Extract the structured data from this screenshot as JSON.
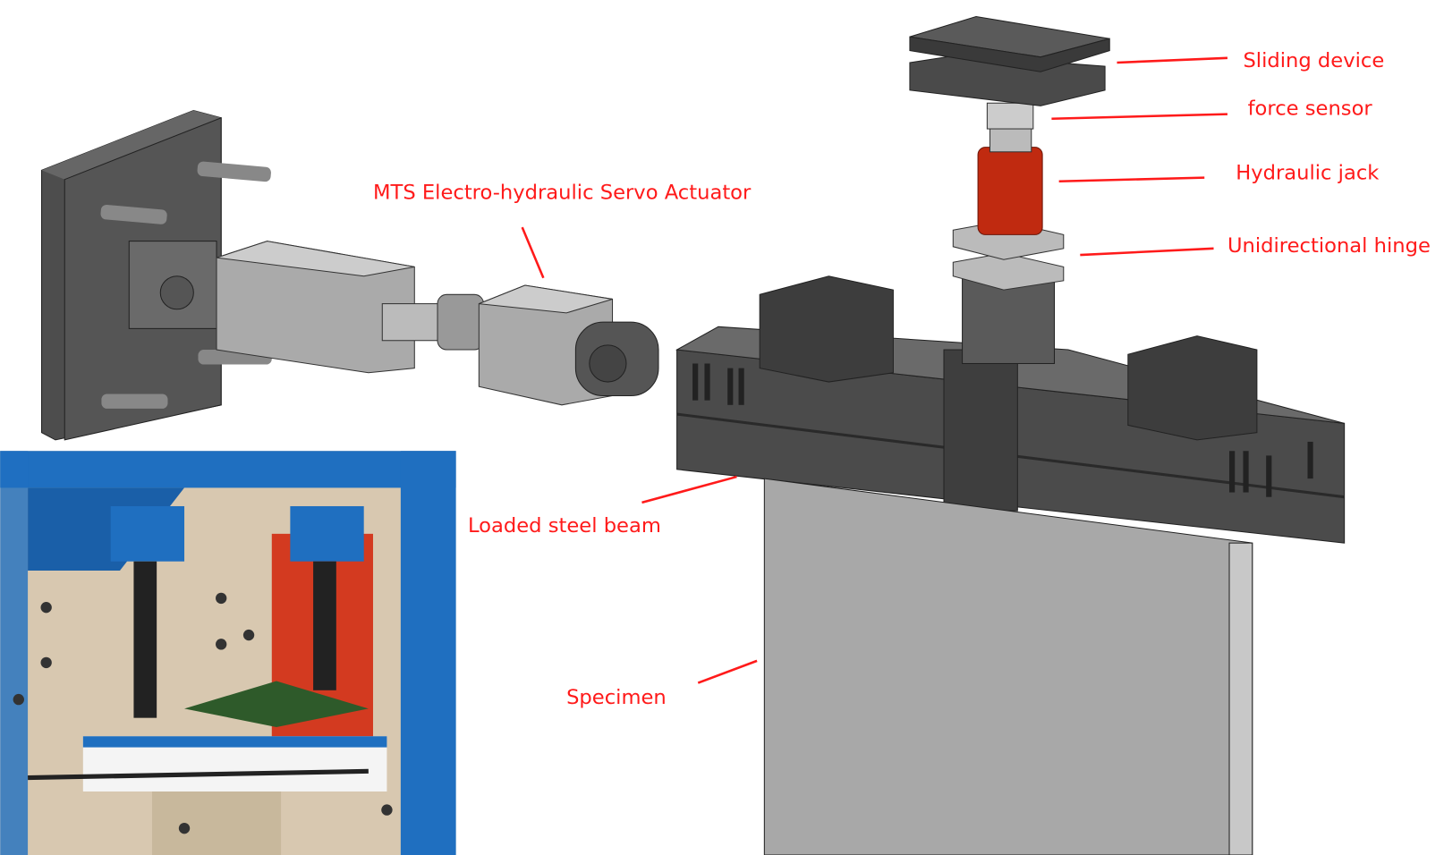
{
  "labels": {
    "sliding_device": "Sliding device",
    "force_sensor": "force sensor",
    "hydraulic_jack": "Hydraulic jack",
    "unidirectional_hinge": "Unidirectional hinge",
    "actuator": "MTS Electro-hydraulic Servo Actuator",
    "loaded_steel_beam": "Loaded steel beam",
    "specimen": "Specimen"
  },
  "colors": {
    "label": "#ff1a1a",
    "steel_dark": "#4a4a4a",
    "steel_light": "#b4b4b4",
    "jack": "#c02a10",
    "frame_blue": "#1f6fc0",
    "specimen": "#a8a8a8"
  }
}
